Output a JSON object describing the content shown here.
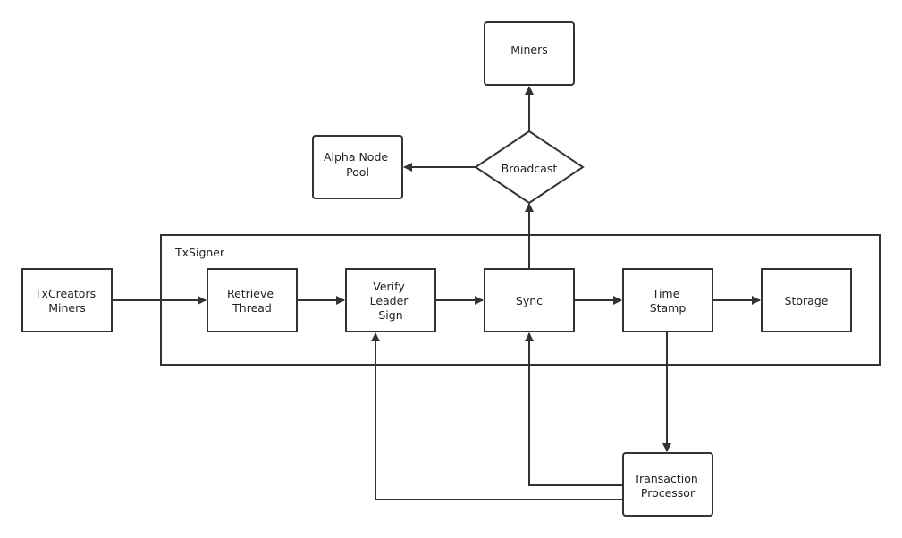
{
  "colors": {
    "stroke": "#333333",
    "text": "#222222",
    "background": "#ffffff"
  },
  "group": {
    "label": "TxSigner"
  },
  "nodes": {
    "miners_top": {
      "lines": [
        "Miners"
      ]
    },
    "alpha_pool": {
      "lines": [
        "Alpha Node",
        "Pool"
      ]
    },
    "broadcast": {
      "lines": [
        "Broadcast"
      ]
    },
    "txcreators": {
      "lines": [
        "TxCreators",
        "Miners"
      ]
    },
    "retrieve": {
      "lines": [
        "Retrieve",
        "Thread"
      ]
    },
    "verify": {
      "lines": [
        "Verify",
        "Leader",
        "Sign"
      ]
    },
    "sync": {
      "lines": [
        "Sync"
      ]
    },
    "timestamp": {
      "lines": [
        "Time",
        "Stamp"
      ]
    },
    "storage": {
      "lines": [
        "Storage"
      ]
    },
    "processor": {
      "lines": [
        "Transaction",
        "Processor"
      ]
    }
  }
}
